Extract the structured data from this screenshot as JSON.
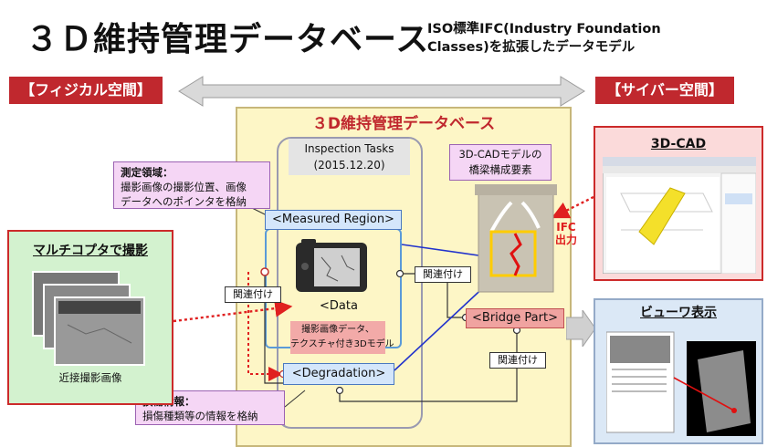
{
  "header": {
    "title": "３Ｄ維持管理データベース",
    "subtitle_line1": "ISO標準IFC(Industry Foundation",
    "subtitle_line2": "Classes)を拡張したデータモデル"
  },
  "physical_label": "【フィジカル空間】",
  "cyber_label": "【サイバー空間】",
  "database": {
    "title": "３D維持管理データベース",
    "inspection_tasks_line1": "Inspection Tasks",
    "inspection_tasks_line2": "(2015.12.20)",
    "model_note_line1": "3D-CADモデルの",
    "model_note_line2": "橋梁構成要素",
    "measured_region": "<Measured Region>",
    "data_label": "<Data",
    "data_note_line1": "撮影画像データ、",
    "data_note_line2": "テクスチャ付き3Dモデル",
    "degradation": "<Degradation>",
    "bridge_part": "<Bridge Part>",
    "rel_label_1": "関連付け",
    "rel_label_2": "関連付け",
    "rel_label_3": "関連付け",
    "ifc_output_line1": "IFC",
    "ifc_output_line2": "出力"
  },
  "notes": {
    "measured_title": "測定領域：",
    "measured_line1": "撮影画像の撮影位置、画像",
    "measured_line2": "データへのポインタを格納",
    "damage_title": "損傷情報：",
    "damage_line1": "損傷種類等の情報を格納"
  },
  "multicopter": {
    "title": "マルチコプタで撮影",
    "caption": "近接撮影画像"
  },
  "cad": {
    "title": "3D-CAD"
  },
  "viewer": {
    "title": "ビューワ表示"
  },
  "colors": {
    "accent_red": "#c0282e",
    "db_background": "#fdf6c6",
    "node_blue": "#d4e6fb",
    "node_red": "#f0a3a0",
    "note_pink": "#f5d6f5",
    "green_panel": "#d3f2cf",
    "cad_panel": "#fbdada",
    "viewer_panel": "#dbe8f6"
  }
}
